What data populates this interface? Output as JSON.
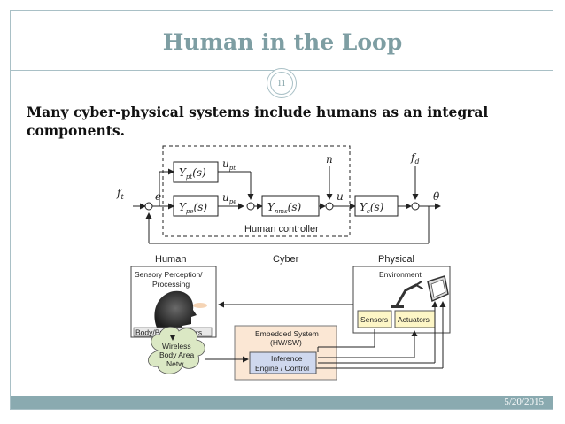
{
  "slide": {
    "title": "Human in the Loop",
    "page_number": "11",
    "text": "Many cyber-physical systems include humans as an integral components.",
    "date": "5/20/2015"
  },
  "block_diagram": {
    "controller_label": "Human controller",
    "f_t": "f",
    "f_t_sub": "t",
    "e": "e",
    "n": "n",
    "u": "u",
    "f_d": "f",
    "f_d_sub": "d",
    "theta": "θ",
    "ypt": "Y",
    "ypt_sub": "pt",
    "ypt_s": "(s)",
    "ype": "Y",
    "ype_sub": "pe",
    "ype_s": "(s)",
    "ynms": "Y",
    "ynms_sub": "nms",
    "ynms_s": "(s)",
    "yc": "Y",
    "yc_sub": "c",
    "yc_s": "(s)",
    "upt": "u",
    "upt_sub": "pt",
    "upe": "u",
    "upe_sub": "pe"
  },
  "cps_diagram": {
    "human": "Human",
    "cyber": "Cyber",
    "physical": "Physical",
    "sensory": "Sensory Perception/",
    "processing": "Processing",
    "brain_sensors": "Body/Brain Sensors",
    "environment": "Environment",
    "sensors": "Sensors",
    "actuators": "Actuators",
    "embedded1": "Embedded System",
    "embedded2": "(HW/SW)",
    "inference1": "Inference",
    "inference2": "Engine / Control",
    "wban1": "Wireless",
    "wban2": "Body Area",
    "wban3": "Netw."
  },
  "colors": {
    "accent": "#7e9ea3",
    "footer": "#8aaab0",
    "sensor_box": "#fdf6c6",
    "embedded_box": "#fbe7d4",
    "inference_box": "#cfd8ee",
    "cloud": "#dbe8c4"
  },
  "icons": [
    "head-icon",
    "robot-arm-icon",
    "monitor-icon",
    "cloud-icon"
  ]
}
